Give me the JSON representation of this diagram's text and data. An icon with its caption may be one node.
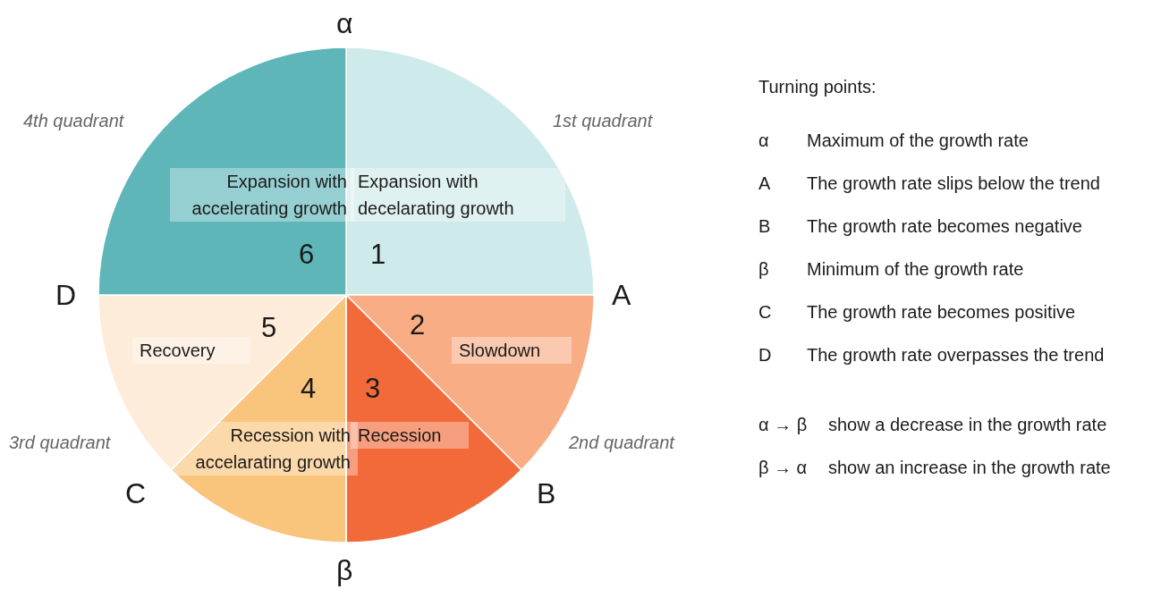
{
  "diagram": {
    "nodes": [
      {
        "text": [
          "Expansion with decelarating growth",
          "1"
        ]
      },
      {
        "text": [
          "2",
          "Slowdown"
        ]
      },
      {
        "text": [
          "3",
          "Recession"
        ]
      },
      {
        "text": [
          "4",
          "Recession with accelarating growth"
        ]
      },
      {
        "text": [
          "5",
          "Recovery"
        ]
      },
      {
        "text": [
          "Expansion with accelerating growth",
          "6"
        ]
      }
    ],
    "labels": [
      "α",
      "4th quadrant",
      "1st quadrant",
      "D",
      "A",
      "3rd quadrant",
      "2nd quadrant",
      "C",
      "B",
      "β",
      "Turning points:",
      "α",
      "Maximum of the growth rate",
      "A",
      "The growth rate slips below the trend",
      "B",
      "The growth rate becomes negative",
      "β",
      "Minimum of the growth rate",
      "C",
      "The growth rate becomes positive",
      "D",
      "The growth rate overpasses the trend",
      "α → β",
      "show a decrease in the growth rate",
      "β → α",
      "show an increase in the growth rate"
    ]
  }
}
